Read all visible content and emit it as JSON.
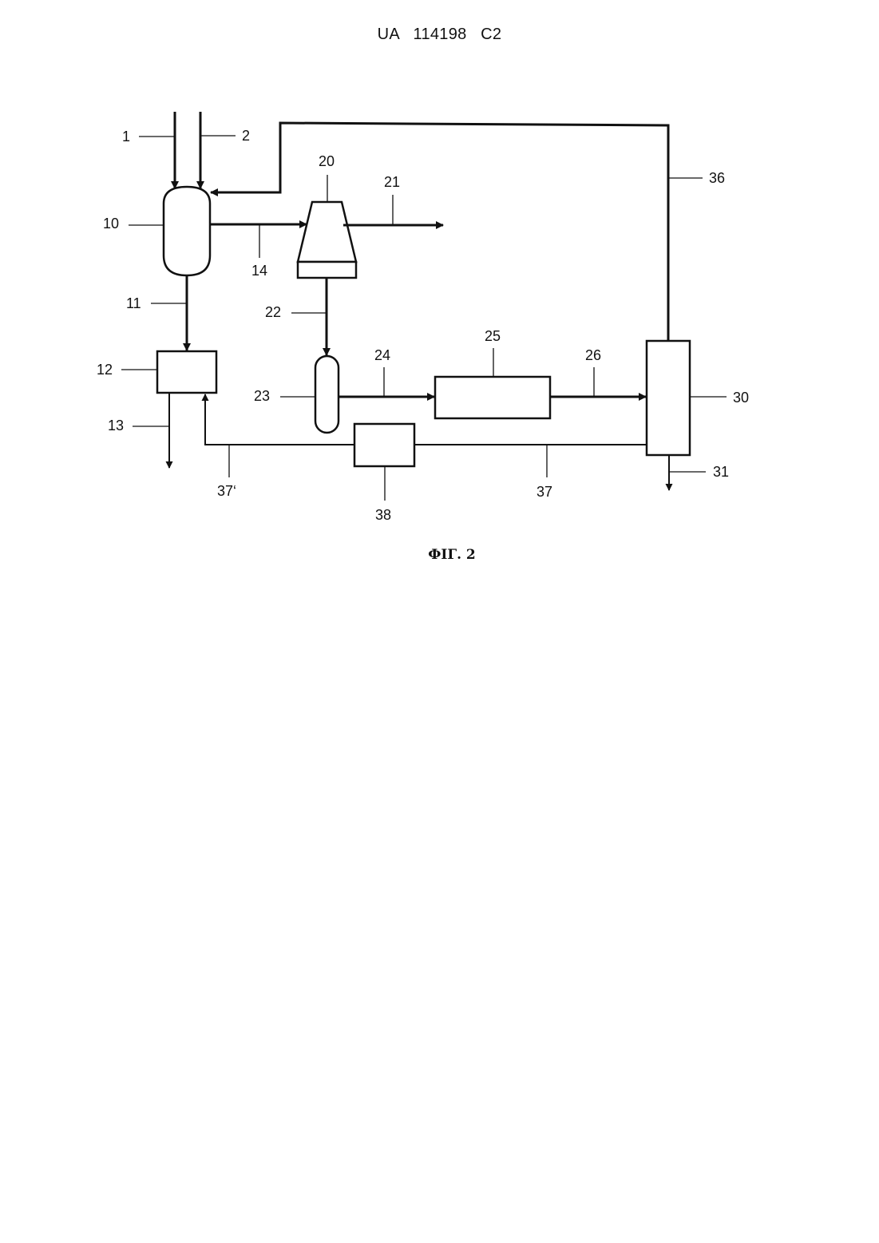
{
  "header": {
    "document_id": "UA   114198   C2"
  },
  "figure": {
    "caption": "ФІГ. 2",
    "labels": {
      "l1": "1",
      "l2": "2",
      "l10": "10",
      "l11": "11",
      "l12": "12",
      "l13": "13",
      "l14": "14",
      "l20": "20",
      "l21": "21",
      "l22": "22",
      "l23": "23",
      "l24": "24",
      "l25": "25",
      "l26": "26",
      "l30": "30",
      "l31": "31",
      "l36": "36",
      "l37": "37",
      "l37p": "37‘",
      "l38": "38"
    }
  }
}
